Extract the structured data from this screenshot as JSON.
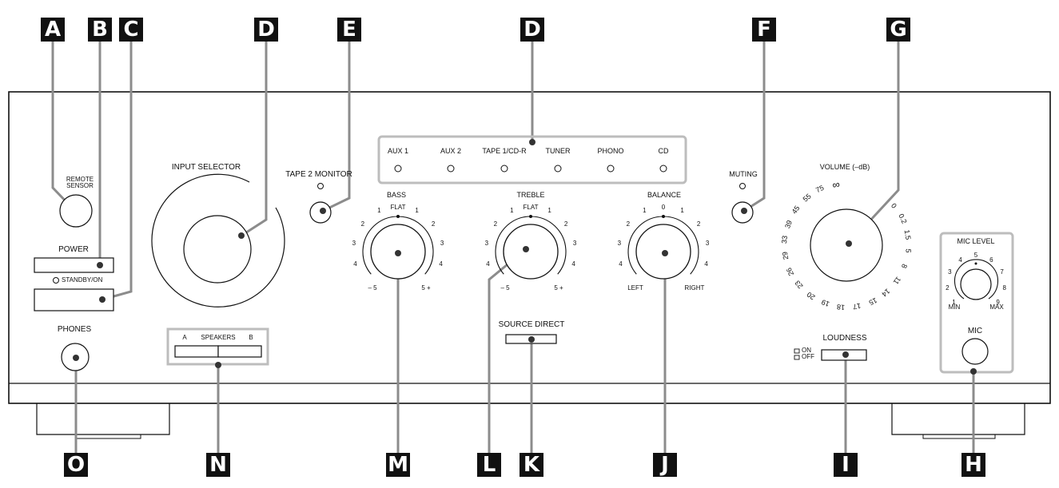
{
  "callouts": [
    "A",
    "B",
    "C",
    "D",
    "E",
    "D",
    "F",
    "G",
    "O",
    "N",
    "M",
    "L",
    "K",
    "J",
    "I",
    "H"
  ],
  "panel": {
    "remote_sensor": "REMOTE\nSENSOR",
    "power": "POWER",
    "standby_on": "STANDBY/ON",
    "phones": "PHONES",
    "input_selector": "INPUT SELECTOR",
    "speakers": "SPEAKERS",
    "speakers_a": "A",
    "speakers_b": "B",
    "tape2_monitor": "TAPE 2 MONITOR",
    "sources": [
      "AUX 1",
      "AUX 2",
      "TAPE 1/CD-R",
      "TUNER",
      "PHONO",
      "CD"
    ],
    "bass": "BASS",
    "treble": "TREBLE",
    "balance": "BALANCE",
    "flat": "FLAT",
    "zero": "0",
    "tone_ticks": [
      "1",
      "2",
      "3",
      "4"
    ],
    "minus5": "– 5",
    "plus5": "5 +",
    "left": "LEFT",
    "right": "RIGHT",
    "source_direct": "SOURCE DIRECT",
    "muting": "MUTING",
    "volume": "VOLUME (–dB)",
    "volume_scale": [
      "∞",
      "75",
      "55",
      "45",
      "39",
      "33",
      "29",
      "26",
      "23",
      "20",
      "19",
      "18",
      "17",
      "15",
      "14",
      "11",
      "8",
      "5",
      "1.5",
      "0.2",
      "0"
    ],
    "loudness": "LOUDNESS",
    "loudness_on": "ON",
    "loudness_off": "OFF",
    "mic_level": "MIC LEVEL",
    "mic_scale": [
      "1",
      "2",
      "3",
      "4",
      "5",
      "6",
      "7",
      "8",
      "9"
    ],
    "mic_min": "MIN",
    "mic_max": "MAX",
    "mic": "MIC"
  }
}
